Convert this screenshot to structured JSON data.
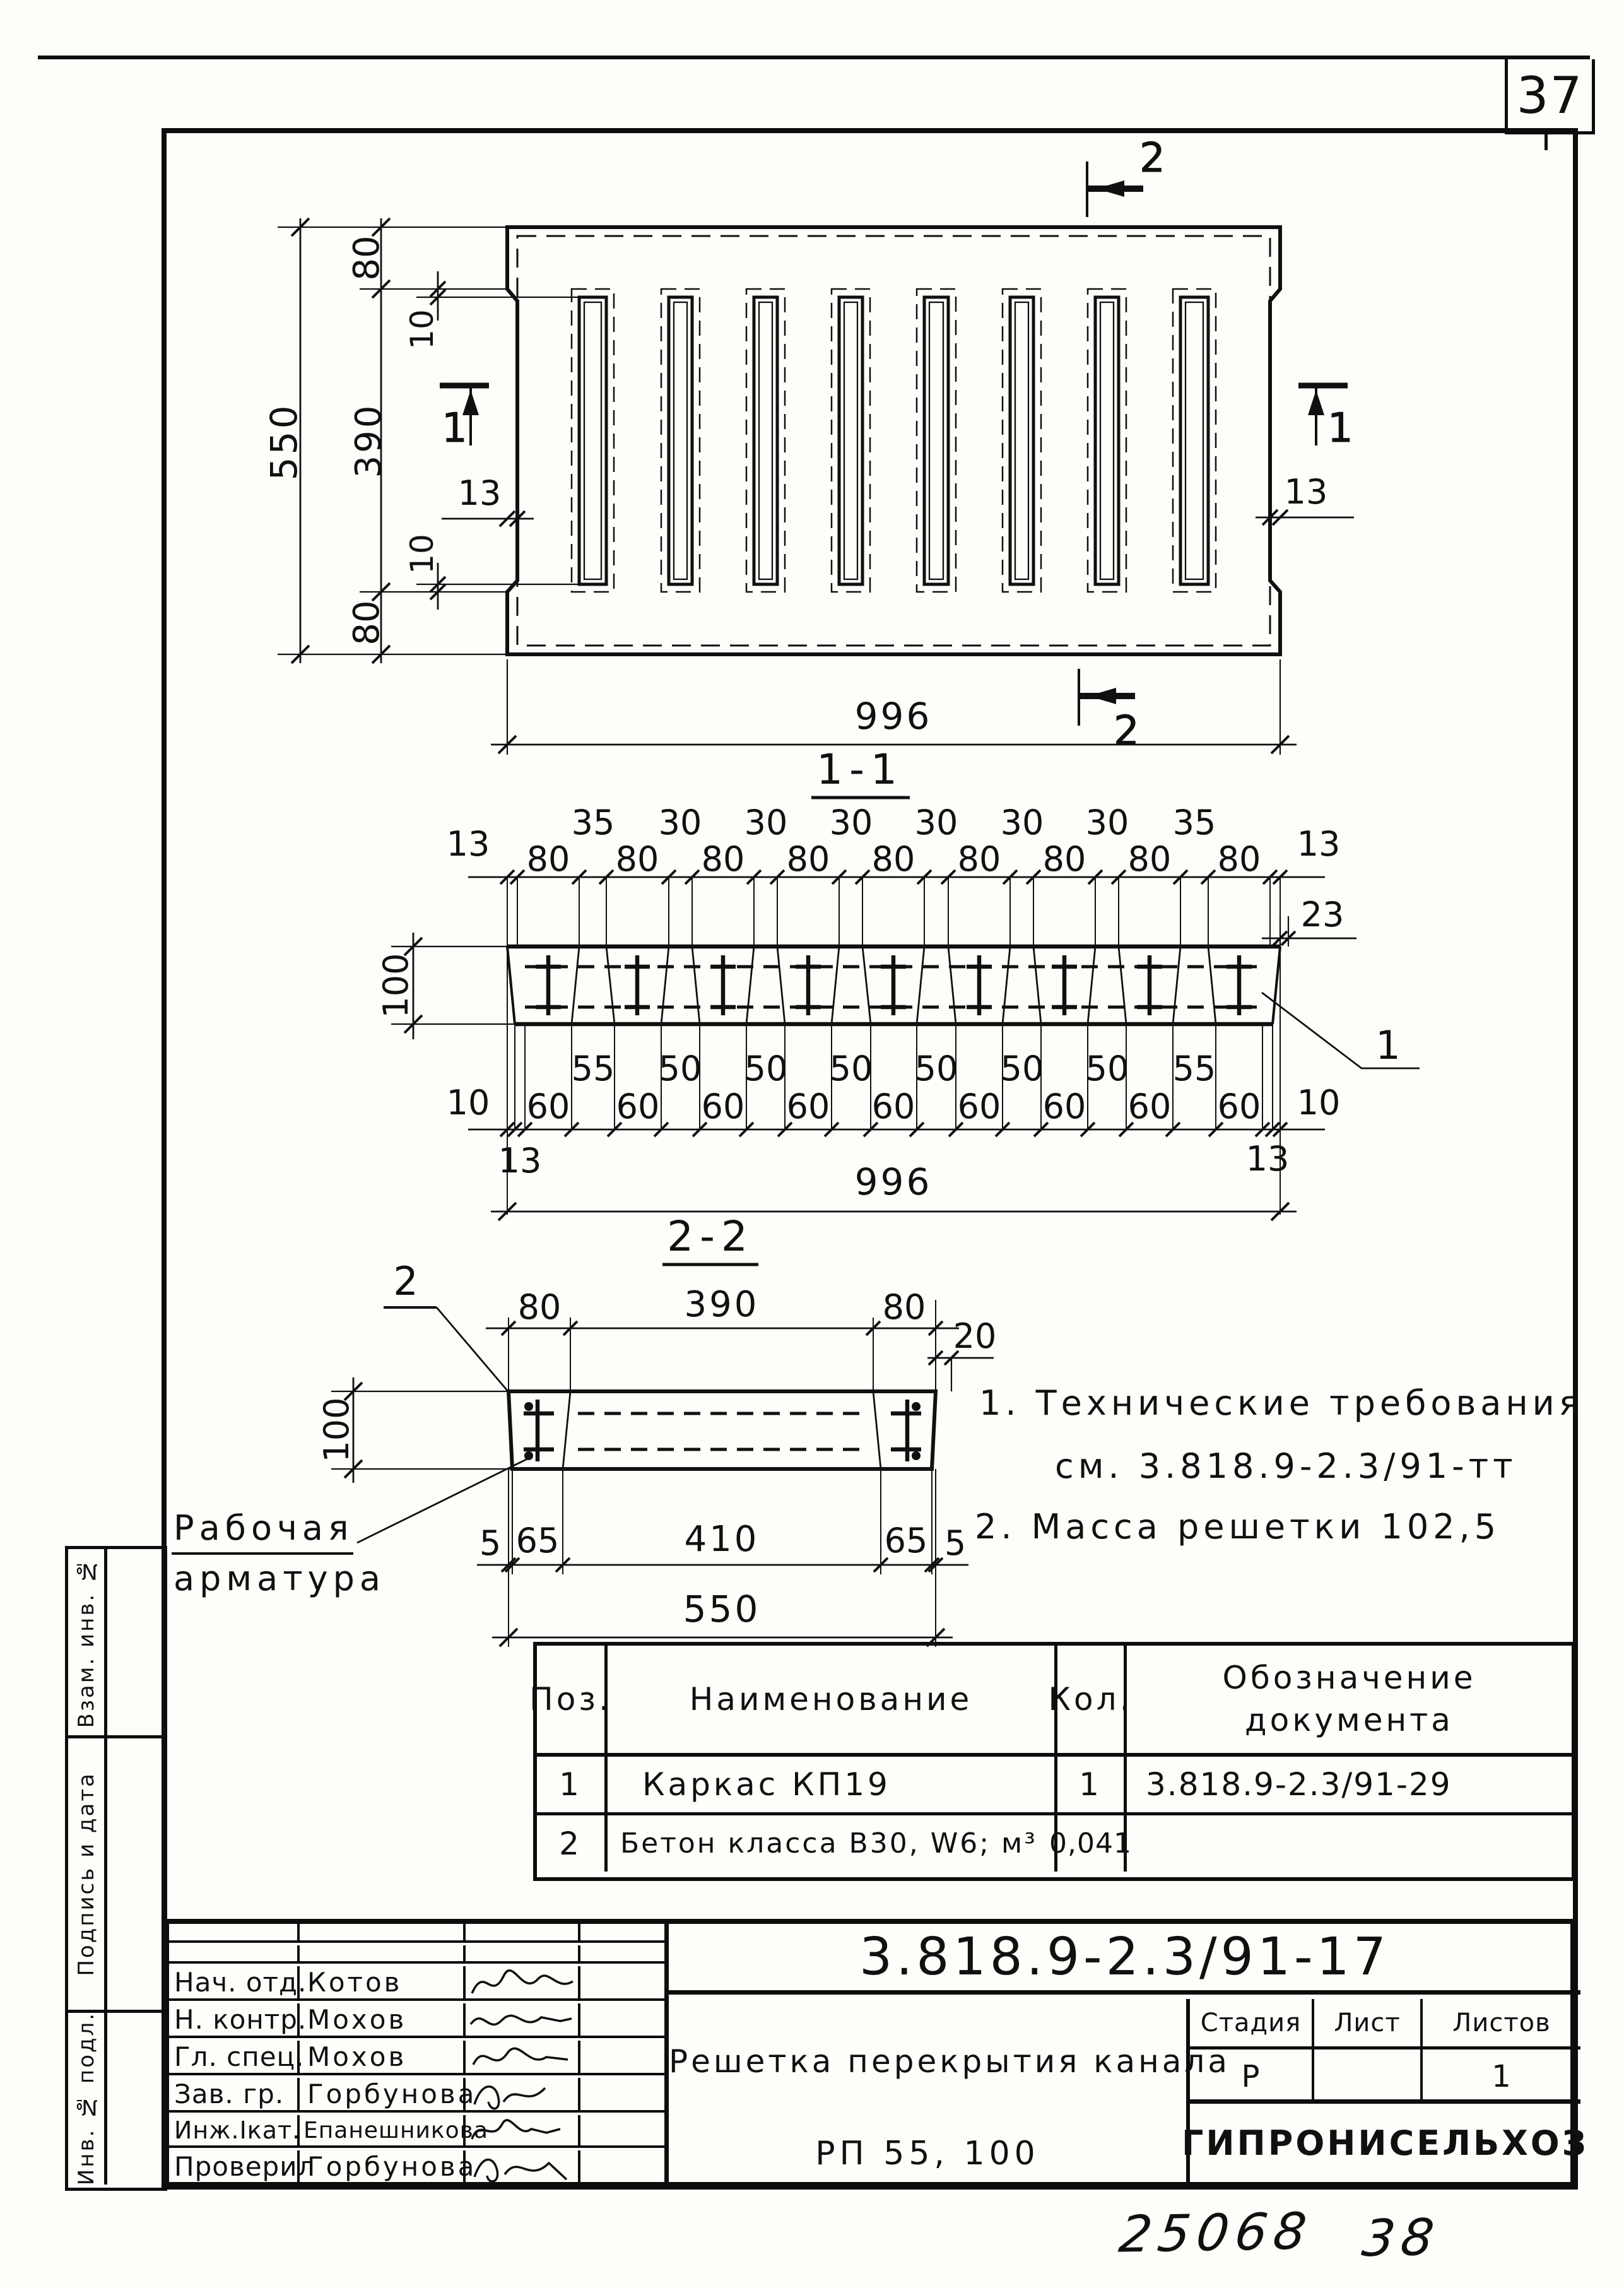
{
  "page": {
    "sheet_number_top": "37",
    "inventory_number": "25068",
    "sheet_number_bottom": "38"
  },
  "stamp_column": {
    "top": "Взам. инв. №",
    "middle": "Подпись и дата",
    "bottom": "Инв. № подл."
  },
  "plan": {
    "marker_2": "2",
    "marker_1": "1",
    "dims": {
      "h_overall": "550",
      "h_mid": "390",
      "h_edge_top": "80",
      "h_edge_bottom": "80",
      "offset_top": "10",
      "offset_bottom": "10",
      "side_left": "13",
      "side_right": "13",
      "w_overall": "996"
    }
  },
  "section1": {
    "title": "1-1",
    "top_chain": [
      "13",
      "80",
      "35",
      "80",
      "30",
      "80",
      "30",
      "80",
      "30",
      "80",
      "30",
      "80",
      "30",
      "80",
      "30",
      "80",
      "35",
      "80",
      "13"
    ],
    "bottom_chain": [
      "10",
      "60",
      "55",
      "60",
      "50",
      "60",
      "50",
      "60",
      "50",
      "60",
      "50",
      "60",
      "50",
      "60",
      "50",
      "60",
      "55",
      "60",
      "10"
    ],
    "d23": "23",
    "d100": "100",
    "d13_left": "13",
    "d13_right": "13",
    "d996": "996",
    "callout": "1"
  },
  "section2": {
    "title": "2-2",
    "callout": "2",
    "d80_left": "80",
    "d390": "390",
    "d80_right": "80",
    "d20": "20",
    "d100": "100",
    "d5_left": "5",
    "d65_left": "65",
    "d410": "410",
    "d65_right": "65",
    "d5_right": "5",
    "d550": "550",
    "rebar_label_line1": "Рабочая",
    "rebar_label_line2": "арматура"
  },
  "notes": {
    "line1": "1. Технические требования",
    "line2": "см. 3.818.9-2.3/91-тт",
    "line3": "2. Масса решетки 102,5"
  },
  "parts_table": {
    "headers": {
      "pos": "Поз.",
      "name": "Наименование",
      "qty": "Кол.",
      "doc_line1": "Обозначение",
      "doc_line2": "документа"
    },
    "rows": [
      {
        "pos": "1",
        "name": "Каркас  КП19",
        "qty": "1",
        "doc": "3.818.9-2.3/91-29"
      },
      {
        "pos": "2",
        "name": "Бетон класса В30, W6;  м³",
        "qty": "0,041",
        "doc": ""
      }
    ]
  },
  "title_block": {
    "document_number": "3.818.9-2.3/91-17",
    "drawing_title": "Решетка перекрытия канала",
    "product_code": "РП 55, 100",
    "organization": "ГИПРОНИСЕЛЬХОЗ",
    "stage_label": "Стадия",
    "sheet_label": "Лист",
    "sheets_label": "Листов",
    "stage_value": "Р",
    "sheet_value": "",
    "sheets_value": "1",
    "signature_rows": [
      {
        "role": "Нач. отд.",
        "name": "Котов"
      },
      {
        "role": "Н. контр.",
        "name": "Мохов"
      },
      {
        "role": "Гл. спец.",
        "name": "Мохов"
      },
      {
        "role": "Зав. гр.",
        "name": "Горбунова"
      },
      {
        "role": "Инж.Iкат.",
        "name": "Епанешникова"
      },
      {
        "role": "Проверил",
        "name": "Горбунова"
      }
    ]
  }
}
